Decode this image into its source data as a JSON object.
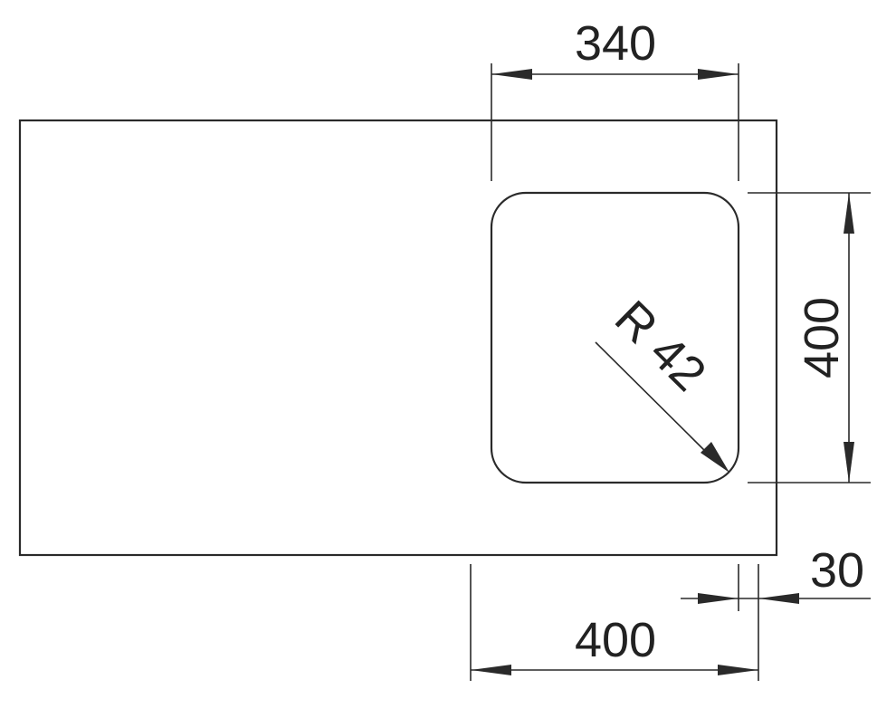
{
  "dimensions": {
    "top_width": "340",
    "right_height": "400",
    "bottom_width": "400",
    "offset": "30",
    "radius": "R 42"
  },
  "colors": {
    "line": "#2a2a2a",
    "text": "#222222",
    "background": "#ffffff"
  }
}
